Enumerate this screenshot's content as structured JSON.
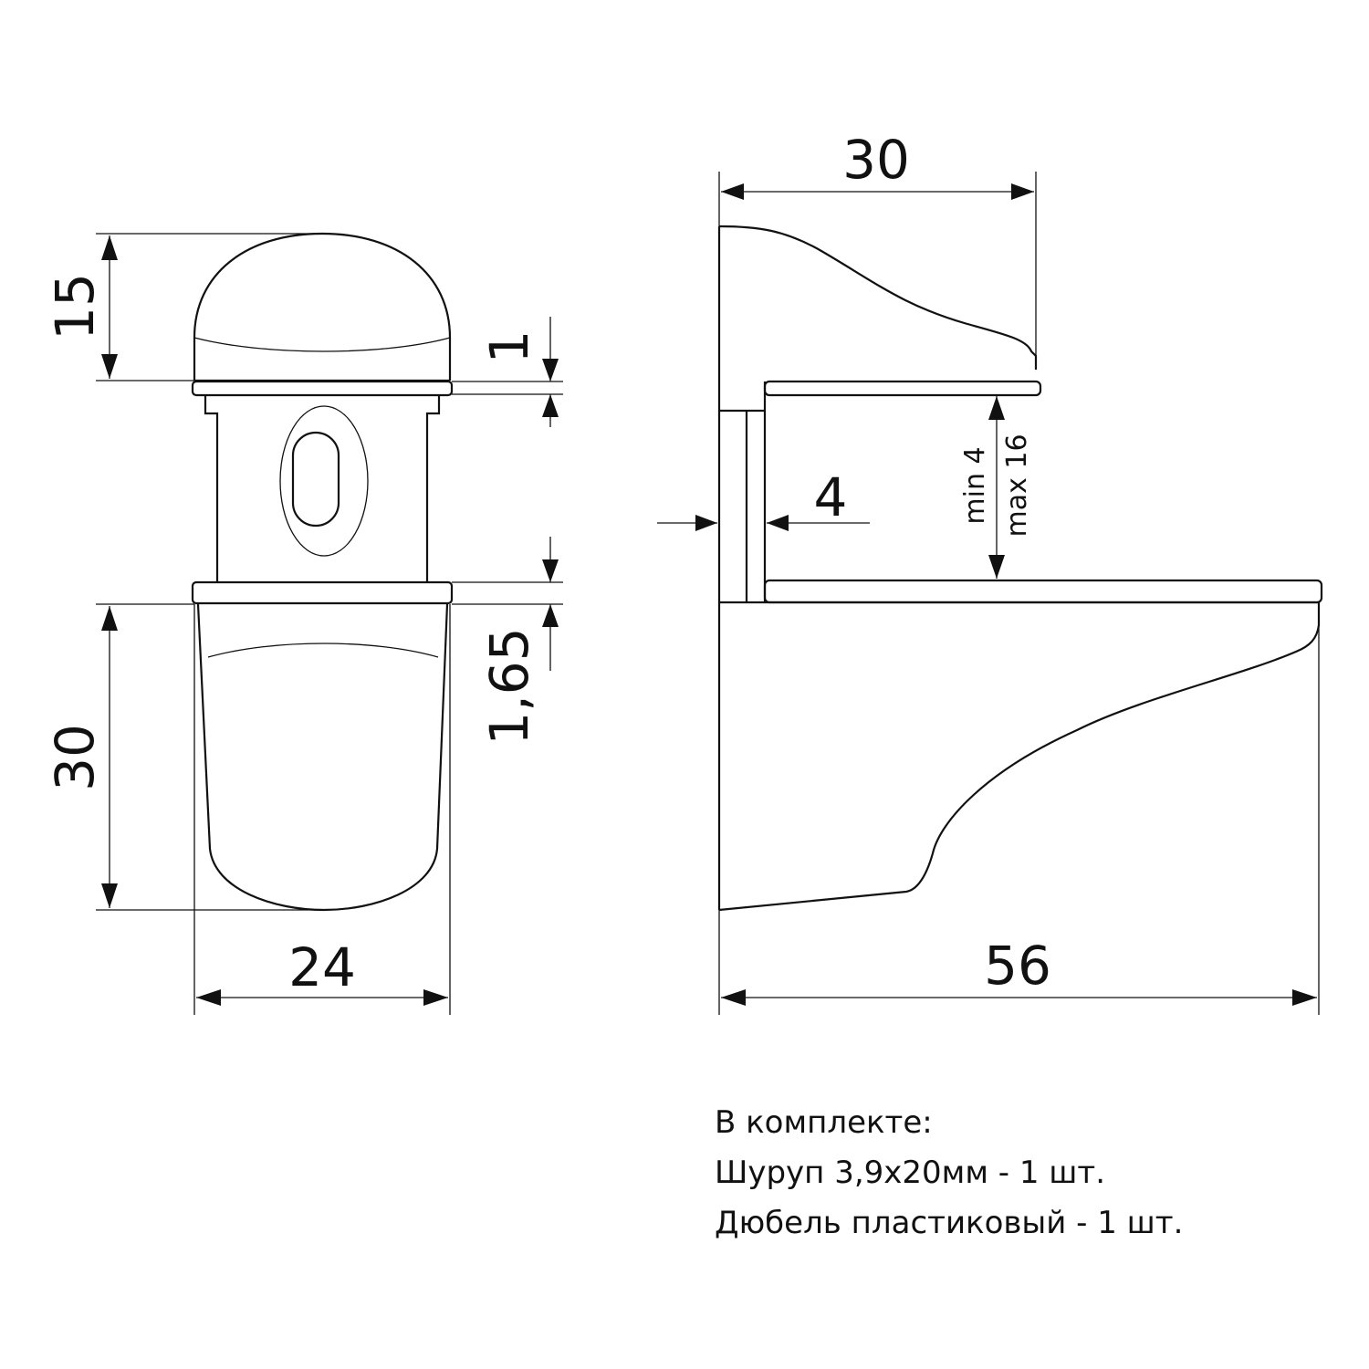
{
  "drawing": {
    "front_view": {
      "dimensions": {
        "cap_height": "15",
        "ring_gap": "1",
        "lower_ring": "1,65",
        "body_height": "30",
        "width": "24"
      }
    },
    "side_view": {
      "dimensions": {
        "top_depth": "30",
        "wall_thickness": "4",
        "glass_min": "min 4",
        "glass_max": "max 16",
        "total_depth": "56"
      }
    }
  },
  "package": {
    "title": "В комплекте:",
    "items": [
      "Шуруп 3,9х20мм - 1 шт.",
      "Дюбель пластиковый - 1 шт."
    ]
  },
  "colors": {
    "line": "#111111",
    "background": "#ffffff"
  }
}
